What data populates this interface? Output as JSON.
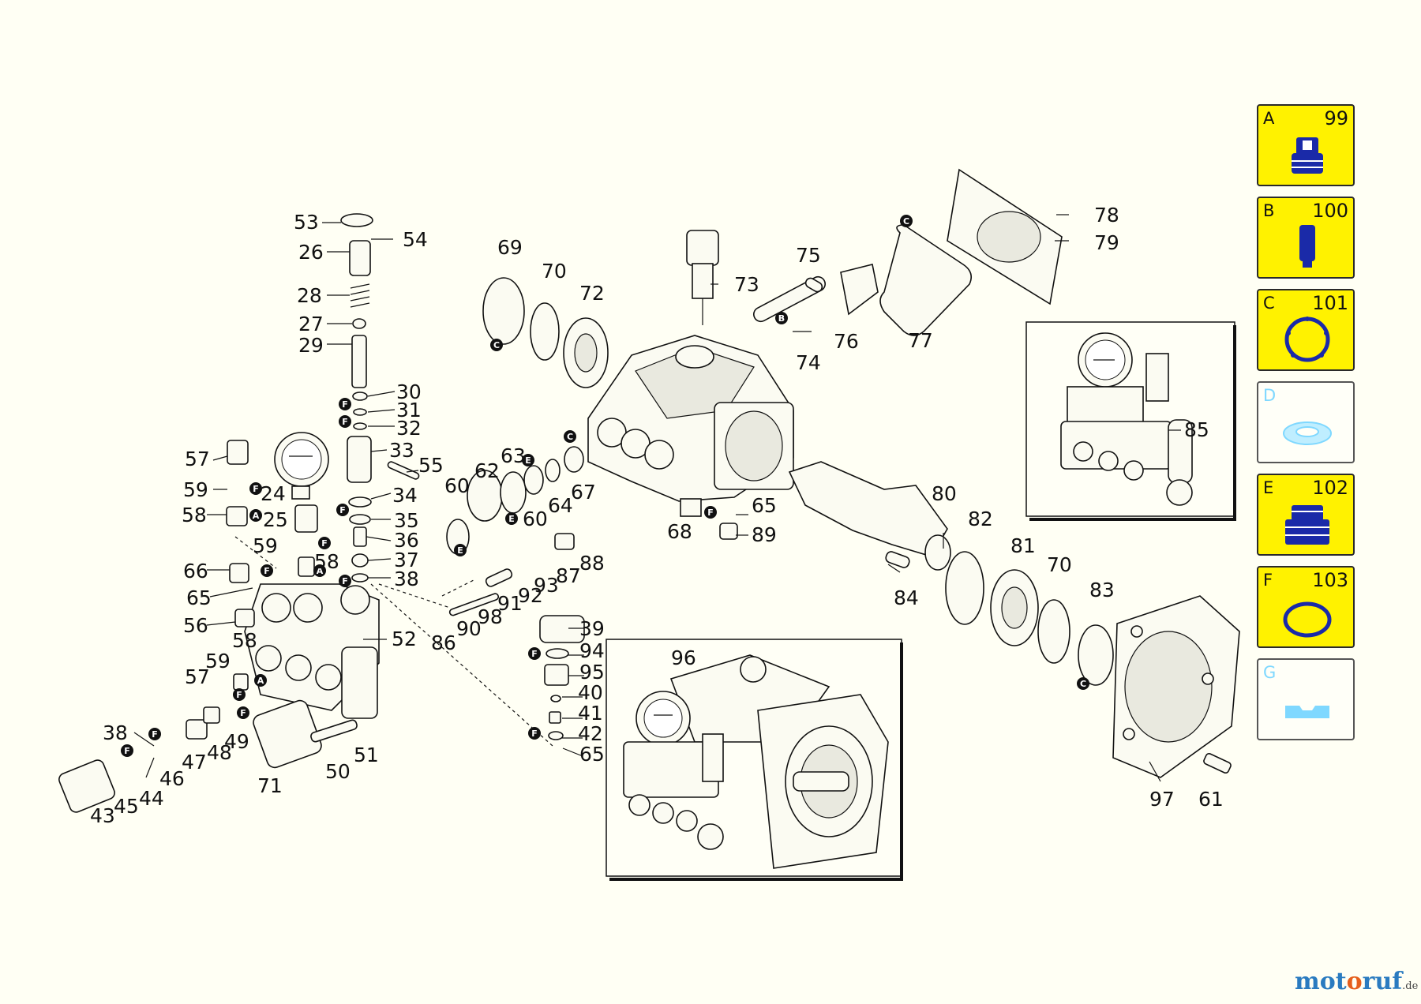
{
  "watermark": {
    "part1": "mot",
    "part2": "o",
    "part3": "ruf",
    "tld": ".de"
  },
  "legend": [
    {
      "letter": "A",
      "number": "99",
      "icon": "quick-coupler-icon",
      "active": true
    },
    {
      "letter": "B",
      "number": "100",
      "icon": "piston-icon",
      "active": true
    },
    {
      "letter": "C",
      "number": "101",
      "icon": "gasket-ring-icon",
      "active": true
    },
    {
      "letter": "D",
      "number": "",
      "icon": "seal-ring-icon",
      "active": false
    },
    {
      "letter": "E",
      "number": "102",
      "icon": "packing-stack-icon",
      "active": true
    },
    {
      "letter": "F",
      "number": "103",
      "icon": "o-ring-icon",
      "active": true
    },
    {
      "letter": "G",
      "number": "",
      "icon": "key-icon",
      "active": false
    }
  ],
  "labels": {
    "l53": "53",
    "l54": "54",
    "l26": "26",
    "l28": "28",
    "l27": "27",
    "l29": "29",
    "l30": "30",
    "l31": "31",
    "l32": "32",
    "l33": "33",
    "l55": "55",
    "l34": "34",
    "l35": "35",
    "l36": "36",
    "l37": "37",
    "l38a": "38",
    "l57a": "57",
    "l59a": "59",
    "l24": "24",
    "l58a": "58",
    "l25": "25",
    "l59b": "59",
    "l58b": "58",
    "l66": "66",
    "l65a": "65",
    "l56": "56",
    "l52": "52",
    "l58c": "58",
    "l59c": "59",
    "l57b": "57",
    "l38b": "38",
    "l46": "46",
    "l47": "47",
    "l48": "48",
    "l49": "49",
    "l44": "44",
    "l45": "45",
    "l43": "43",
    "l71": "71",
    "l50": "50",
    "l51": "51",
    "l69": "69",
    "l70a": "70",
    "l72": "72",
    "l73": "73",
    "l75": "75",
    "l76": "76",
    "l74": "74",
    "l77": "77",
    "l78": "78",
    "l79": "79",
    "l60a": "60",
    "l62": "62",
    "l63": "63",
    "l60b": "60",
    "l64": "64",
    "l67": "67",
    "l68": "68",
    "l65b": "65",
    "l89": "89",
    "l88": "88",
    "l87": "87",
    "l93": "93",
    "l92": "92",
    "l91": "91",
    "l98": "98",
    "l90": "90",
    "l86": "86",
    "l39": "39",
    "l94": "94",
    "l95": "95",
    "l40": "40",
    "l41": "41",
    "l42": "42",
    "l65c": "65",
    "l96": "96",
    "l85": "85",
    "l80": "80",
    "l82": "82",
    "l81": "81",
    "l70b": "70",
    "l83": "83",
    "l84": "84",
    "l97": "97",
    "l61": "61"
  },
  "badges": {
    "c1": "C",
    "c2": "C",
    "c3": "C",
    "c4": "C",
    "b1": "B",
    "f1": "F",
    "f2": "F",
    "f3": "F",
    "f4": "F",
    "f5": "F",
    "f6": "F",
    "f7": "F",
    "f8": "F",
    "f9": "F",
    "f10": "F",
    "f11": "F",
    "f12": "F",
    "f13": "F",
    "a1": "A",
    "a2": "A",
    "a3": "A",
    "e1": "E",
    "e2": "E",
    "e3": "E"
  }
}
